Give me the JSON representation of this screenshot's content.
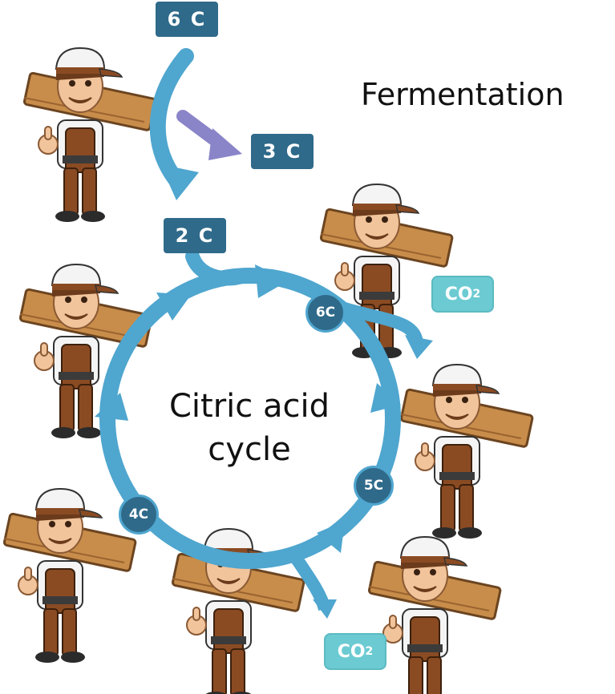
{
  "labels": {
    "fermentation": "Fermentation",
    "cycle_line1": "Citric acid",
    "cycle_line2": "cycle"
  },
  "boxes": {
    "six_c": "6 C",
    "three_c": "3 C",
    "two_c": "2 C"
  },
  "circles": {
    "six_c": "6C",
    "five_c": "5C",
    "four_c": "4C"
  },
  "co2": {
    "base": "CO",
    "sub": "2"
  },
  "colors": {
    "arrow_blue": "#4fa6cf",
    "arrow_purple": "#8a84c8",
    "box_dark": "#2f6a8a",
    "co2_fill": "#6ccbd2"
  },
  "icons": {
    "carpenter": "carpenter-carrying-plank-icon"
  }
}
